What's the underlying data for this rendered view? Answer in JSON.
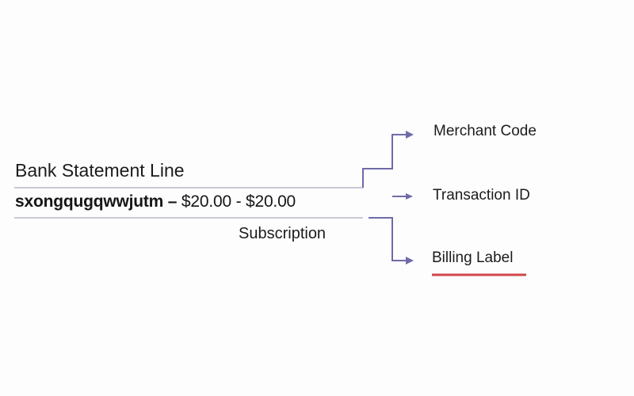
{
  "diagram": {
    "title": "Bank Statement Line",
    "statement_line": {
      "descriptor": "sxongqugqwwjutm",
      "separator": " – ",
      "amounts": "$20.00 - $20.00"
    },
    "subtitle": "Subscription",
    "targets": [
      {
        "label": "Merchant Code",
        "arrow": "arrow-right-icon"
      },
      {
        "label": "Transaction ID",
        "arrow": "arrow-right-icon"
      },
      {
        "label": "Billing Label",
        "arrow": "arrow-right-icon",
        "highlighted": true
      }
    ],
    "colors": {
      "connector": "#6f6aa8",
      "underline_gray": "#c9c8d6",
      "highlight": "#d0464b",
      "text": "#1c1c1c"
    }
  }
}
